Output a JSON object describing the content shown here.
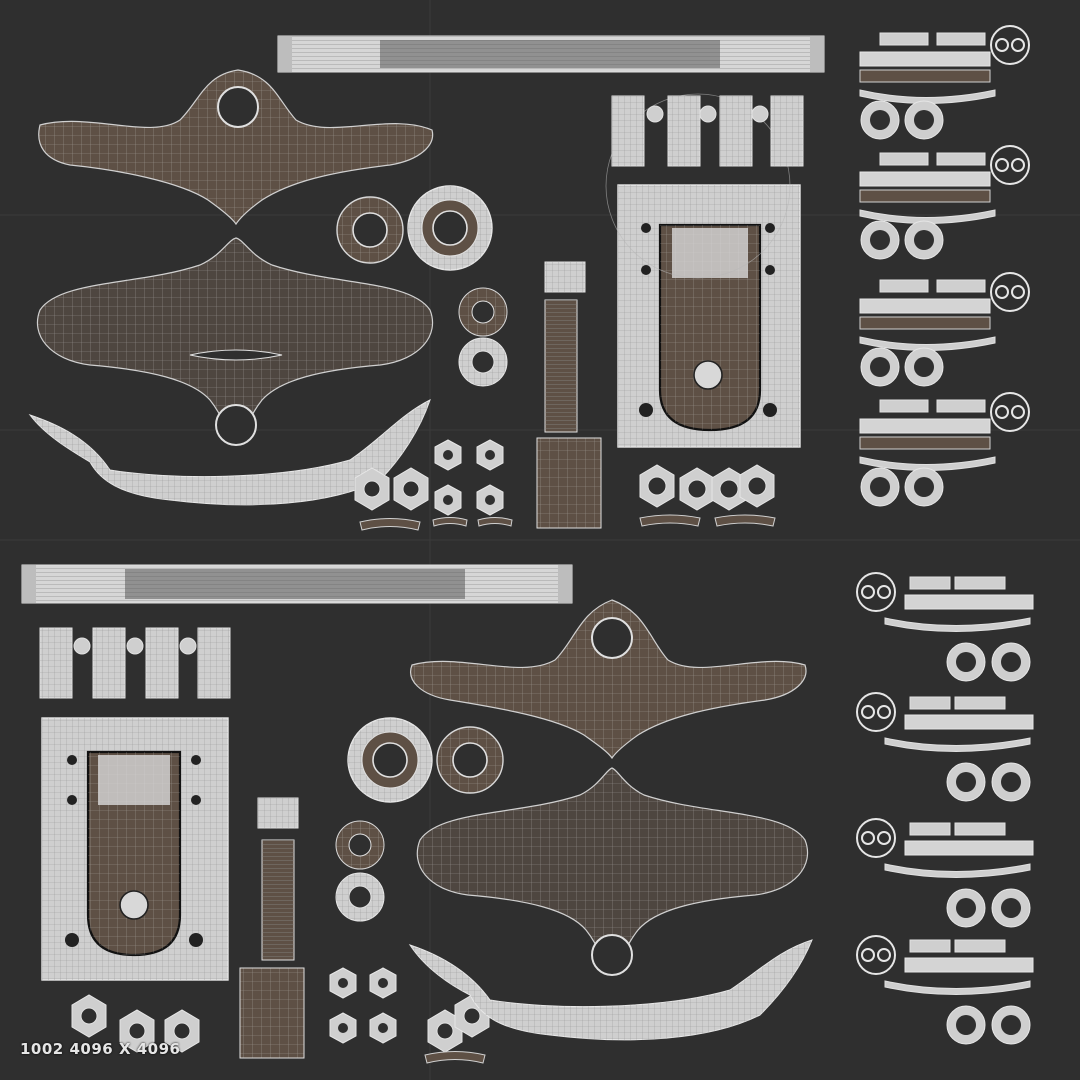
{
  "viewport": {
    "background_color": "#2f2f2f",
    "wire_color": "#b8b8b8",
    "fill_brown": "#5e5045",
    "fill_light": "#cfcfcf"
  },
  "readout": {
    "udim_text": "1002 4096 X 4096"
  },
  "islands": [
    "yoke-top-upper",
    "yoke-bottom-upper",
    "wing-strip-upper",
    "top-bar-upper",
    "bearing-large-upper",
    "bearing-small-upper",
    "stem-column-upper",
    "baseplate-upper",
    "nut-cluster-upper",
    "nut-row-upper",
    "cup-row-upper",
    "side-parts-column-upper",
    "yoke-top-lower",
    "yoke-bottom-lower",
    "wing-strip-lower",
    "top-bar-lower",
    "bearing-large-lower",
    "bearing-small-lower",
    "stem-column-lower",
    "baseplate-lower",
    "nut-cluster-lower",
    "nut-row-lower",
    "cup-row-lower",
    "side-parts-column-lower"
  ]
}
